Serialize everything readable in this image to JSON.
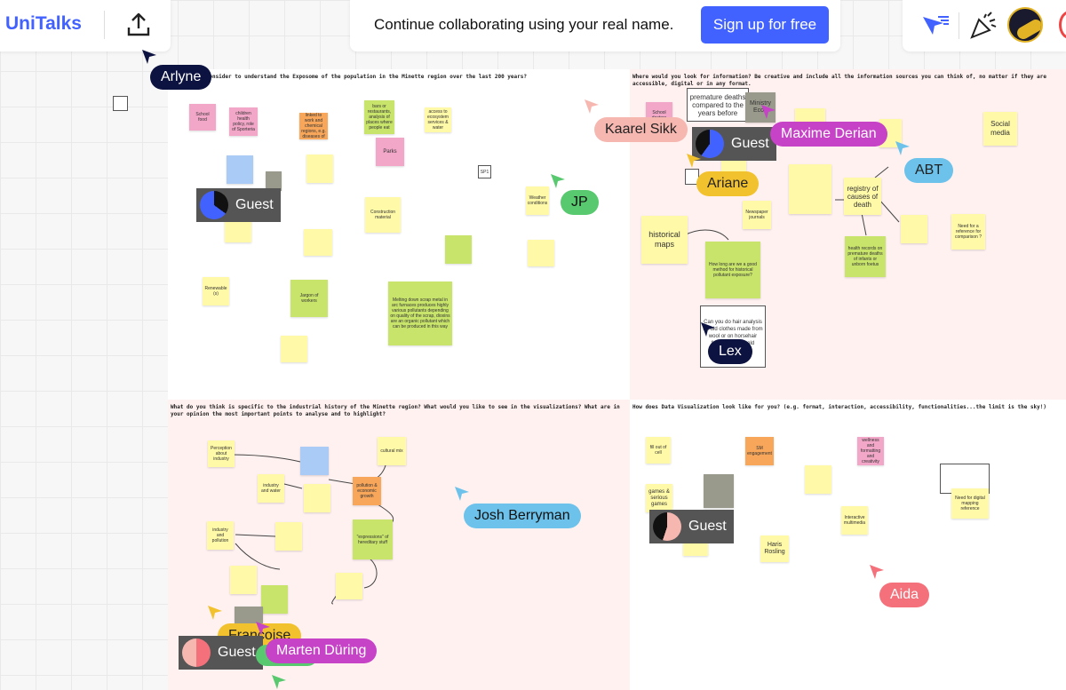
{
  "app": {
    "brand": "UniTalks",
    "banner_text": "Continue collaborating using your real name.",
    "signup_label": "Sign up for free"
  },
  "frames": {
    "q1": "…would you consider to understand the Exposome of the population in the Minette region over the last 200 years?",
    "q2": "Where would you look for information? Be creative and include all the information sources you can think of, no matter if they are accessible, digital or in any format.",
    "q3": "What do you think is specific to the industrial history of the Minette region? What would you like to see in the visualizations? What are in your opinion the most important points to analyse and to highlight?",
    "q4": "How does Data Visualization look like for you? (e.g. format, interaction, accessibility, functionalities...the limit is the sky!)"
  },
  "stickies": {
    "s1": "School food",
    "s2": "children health policy, role of Sporteria",
    "s3": "illness linked to work and chemical regions, e.g. diseases of inhabitants",
    "s4": "bars or restaurants, analysis of places where people eat",
    "s5": "access to ecosystem services & water",
    "s6": "Parks",
    "s7": "SP1",
    "s8": "Weather conditions",
    "s9": "Construction material",
    "s10": "Melting down scrap metal in arc furnaces produces highly various pollutants depending on quality of the scrap, dioxins are an organic pollutant which can be produced in this way",
    "s11": "Renewable (s)",
    "s12": "Jargon of workers",
    "s13": "Social media",
    "s14": "premature deaths compared to the years before",
    "s15": "Ministry Econ",
    "s16": "School doctors",
    "s17": "historical maps",
    "s18": "registry of causes of death",
    "s19": "health records on premature deaths of infants or unborn foetus",
    "s20": "Newspaper journals",
    "s21": "Need for a reference for comparison ?",
    "s22": "How long are we a good method for historical pollutant exposure?",
    "s23": "Can you do hair analysis on old clothes made from wool or on horsehair from pillows or old mattresses?",
    "s24": "Perception about industry",
    "s25": "cultural mix",
    "s26": "industry and water",
    "s27": "pollution & economic growth",
    "s28": "industry and pollution",
    "s29": "\"expressions\" of hereditary stuff",
    "s30": "Haris Rosling",
    "s31": "games & serious games",
    "s32": "SM engagement",
    "s33": "Interactive multimedia",
    "s34": "wellness and formatting and creativity",
    "s35": "fill out of cell",
    "s36": "Need for digital mapping reference"
  },
  "cursors": {
    "arlyne": "Arlyne",
    "karel": "Kaarel Sikk",
    "maxime": "Maxime Derian",
    "abt": "ABT",
    "ariane": "Ariane",
    "jp": "JP",
    "lex": "Lex",
    "josh": "Josh Berryman",
    "aida": "Aida",
    "francoise": "Françoise",
    "marten": "Marten Düring",
    "guest": "Guest"
  },
  "colors": {
    "accent": "#4262ff",
    "frame_pink": "#fff1f0",
    "frame_white": "#ffffff"
  }
}
